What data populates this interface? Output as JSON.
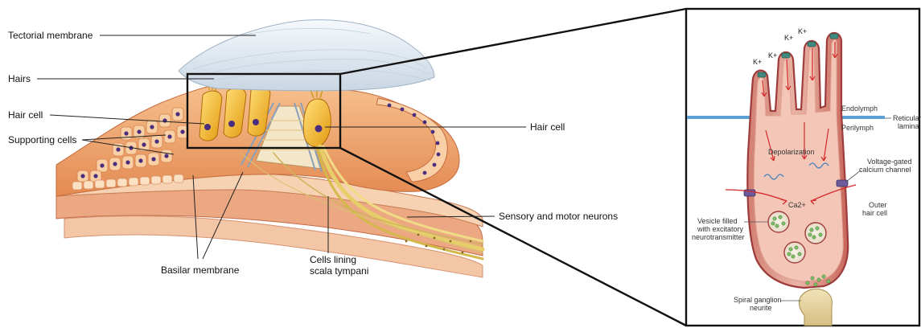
{
  "left_panel": {
    "labels": {
      "tectorial_membrane": "Tectorial membrane",
      "hairs": "Hairs",
      "hair_cell_left": "Hair cell",
      "supporting_cells": "Supporting cells",
      "hair_cell_right": "Hair cell",
      "sensory_motor_neurons": "Sensory and motor neurons",
      "basilar_membrane": "Basilar membrane",
      "cells_lining_line1": "Cells lining",
      "cells_lining_line2": "scala tympani"
    }
  },
  "right_panel": {
    "ions": [
      "K+",
      "K+",
      "K+",
      "K+"
    ],
    "labels": {
      "endolymph": "Endolymph",
      "perilymph": "Perilymph",
      "reticular_line1": "Reticular",
      "reticular_line2": "lamina",
      "depolarization": "Depolarization",
      "voltage_gated_line1": "Voltage-gated",
      "voltage_gated_line2": "calcium channel",
      "calcium": "Ca2+",
      "outer_line1": "Outer",
      "outer_line2": "hair cell",
      "vesicle_line1": "Vesicle filled",
      "vesicle_line2": "with excitatory",
      "vesicle_line3": "neurotransmitter",
      "spiral_line1": "Spiral ganglion",
      "spiral_line2": "neurite"
    }
  },
  "colors": {
    "tectorial": "#e4ecf4",
    "tissue": "#f2a56a",
    "tissue_dark": "#d96f3c",
    "hair_cell": "#f2b21b",
    "nucleus": "#4b2d7f",
    "neuron": "#c9b24a",
    "cell_body": "#c86a5c",
    "cell_outline": "#9e3b3b",
    "lamina": "#5aa0d4",
    "arrow": "#d42a2a"
  }
}
